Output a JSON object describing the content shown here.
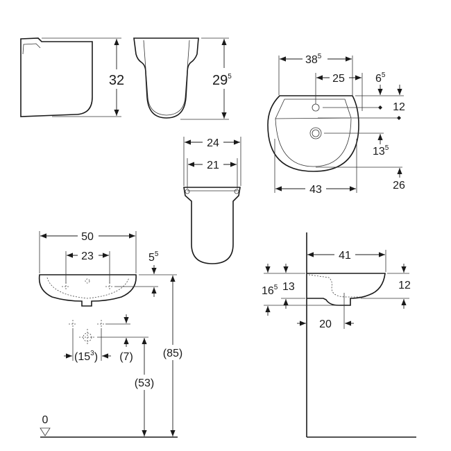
{
  "drawing": {
    "side_pedestal": {
      "height": "32"
    },
    "front_pedestal": {
      "height": "29",
      "height_sup": "5"
    },
    "back_pedestal": {
      "outer_width": "24",
      "inner_width": "21"
    },
    "basin_plan": {
      "rim_width": "38",
      "rim_width_sup": "5",
      "tap_offset": "25",
      "rim_depth": "6",
      "rim_depth_sup": "5",
      "tap_depth": "12",
      "waste_depth": "13",
      "waste_depth_sup": "5",
      "bowl_depth": "26",
      "overall_width": "43"
    },
    "basin_front": {
      "width": "50",
      "tap_spacing": "23",
      "top_offset": "5",
      "top_offset_sup": "5",
      "supply_spacing": "(15",
      "supply_spacing_sup": "3",
      "supply_spacing_close": ")",
      "supply_height": "(7)",
      "waste_height": "(53)",
      "rim_height": "(85)",
      "floor_level": "0"
    },
    "basin_side": {
      "projection": "41",
      "height_outer": "16",
      "height_outer_sup": "5",
      "height_inner": "13",
      "front_height": "12",
      "waste_projection": "20"
    }
  }
}
